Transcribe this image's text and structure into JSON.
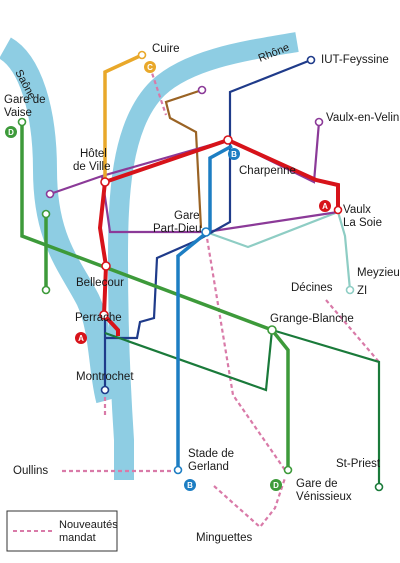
{
  "colors": {
    "river": "#8ecde3",
    "line_A": "#d7131a",
    "line_B": "#1d7ec3",
    "line_C": "#e9a82a",
    "line_D": "#3d9a3a",
    "navy": "#1f3b8a",
    "purple": "#8b3a98",
    "brown": "#9a6324",
    "teal": "#8ecdc4",
    "darkgreen": "#1a7a3a",
    "new": "#d97aa8"
  },
  "rivers": {
    "saone": "Saône",
    "rhone": "Rhône"
  },
  "stations": {
    "cuire": "Cuire",
    "iut_feyssine": "IUT-Feyssine",
    "gare_de_vaise_1": "Gare de",
    "gare_de_vaise_2": "Vaise",
    "vaulx_en_velin": "Vaulx-en-Velin",
    "hotel_de_ville_1": "Hôtel",
    "hotel_de_ville_2": "de Ville",
    "charpenne": "Charpenne",
    "vaulx_la_soie_1": "Vaulx",
    "vaulx_la_soie_2": "La Soie",
    "gare_part_dieu_1": "Gare",
    "gare_part_dieu_2": "Part-Dieu",
    "meyzieu_zi_1": "Meyzieu",
    "meyzieu_zi_2": "ZI",
    "bellecour": "Bellecour",
    "decines": "Décines",
    "perrache": "Perrache",
    "grange_blanche": "Grange-Blanche",
    "montrochet": "Montrochet",
    "stade_de_gerland_1": "Stade de",
    "stade_de_gerland_2": "Gerland",
    "st_priest": "St-Priest",
    "oullins": "Oullins",
    "gare_de_venissieux_1": "Gare de",
    "gare_de_venissieux_2": "Vénissieux",
    "minguettes": "Minguettes"
  },
  "badges": {
    "a": "A",
    "b": "B",
    "c": "C",
    "d": "D"
  },
  "legend": {
    "line1": "Nouveautés",
    "line2": "mandat"
  }
}
